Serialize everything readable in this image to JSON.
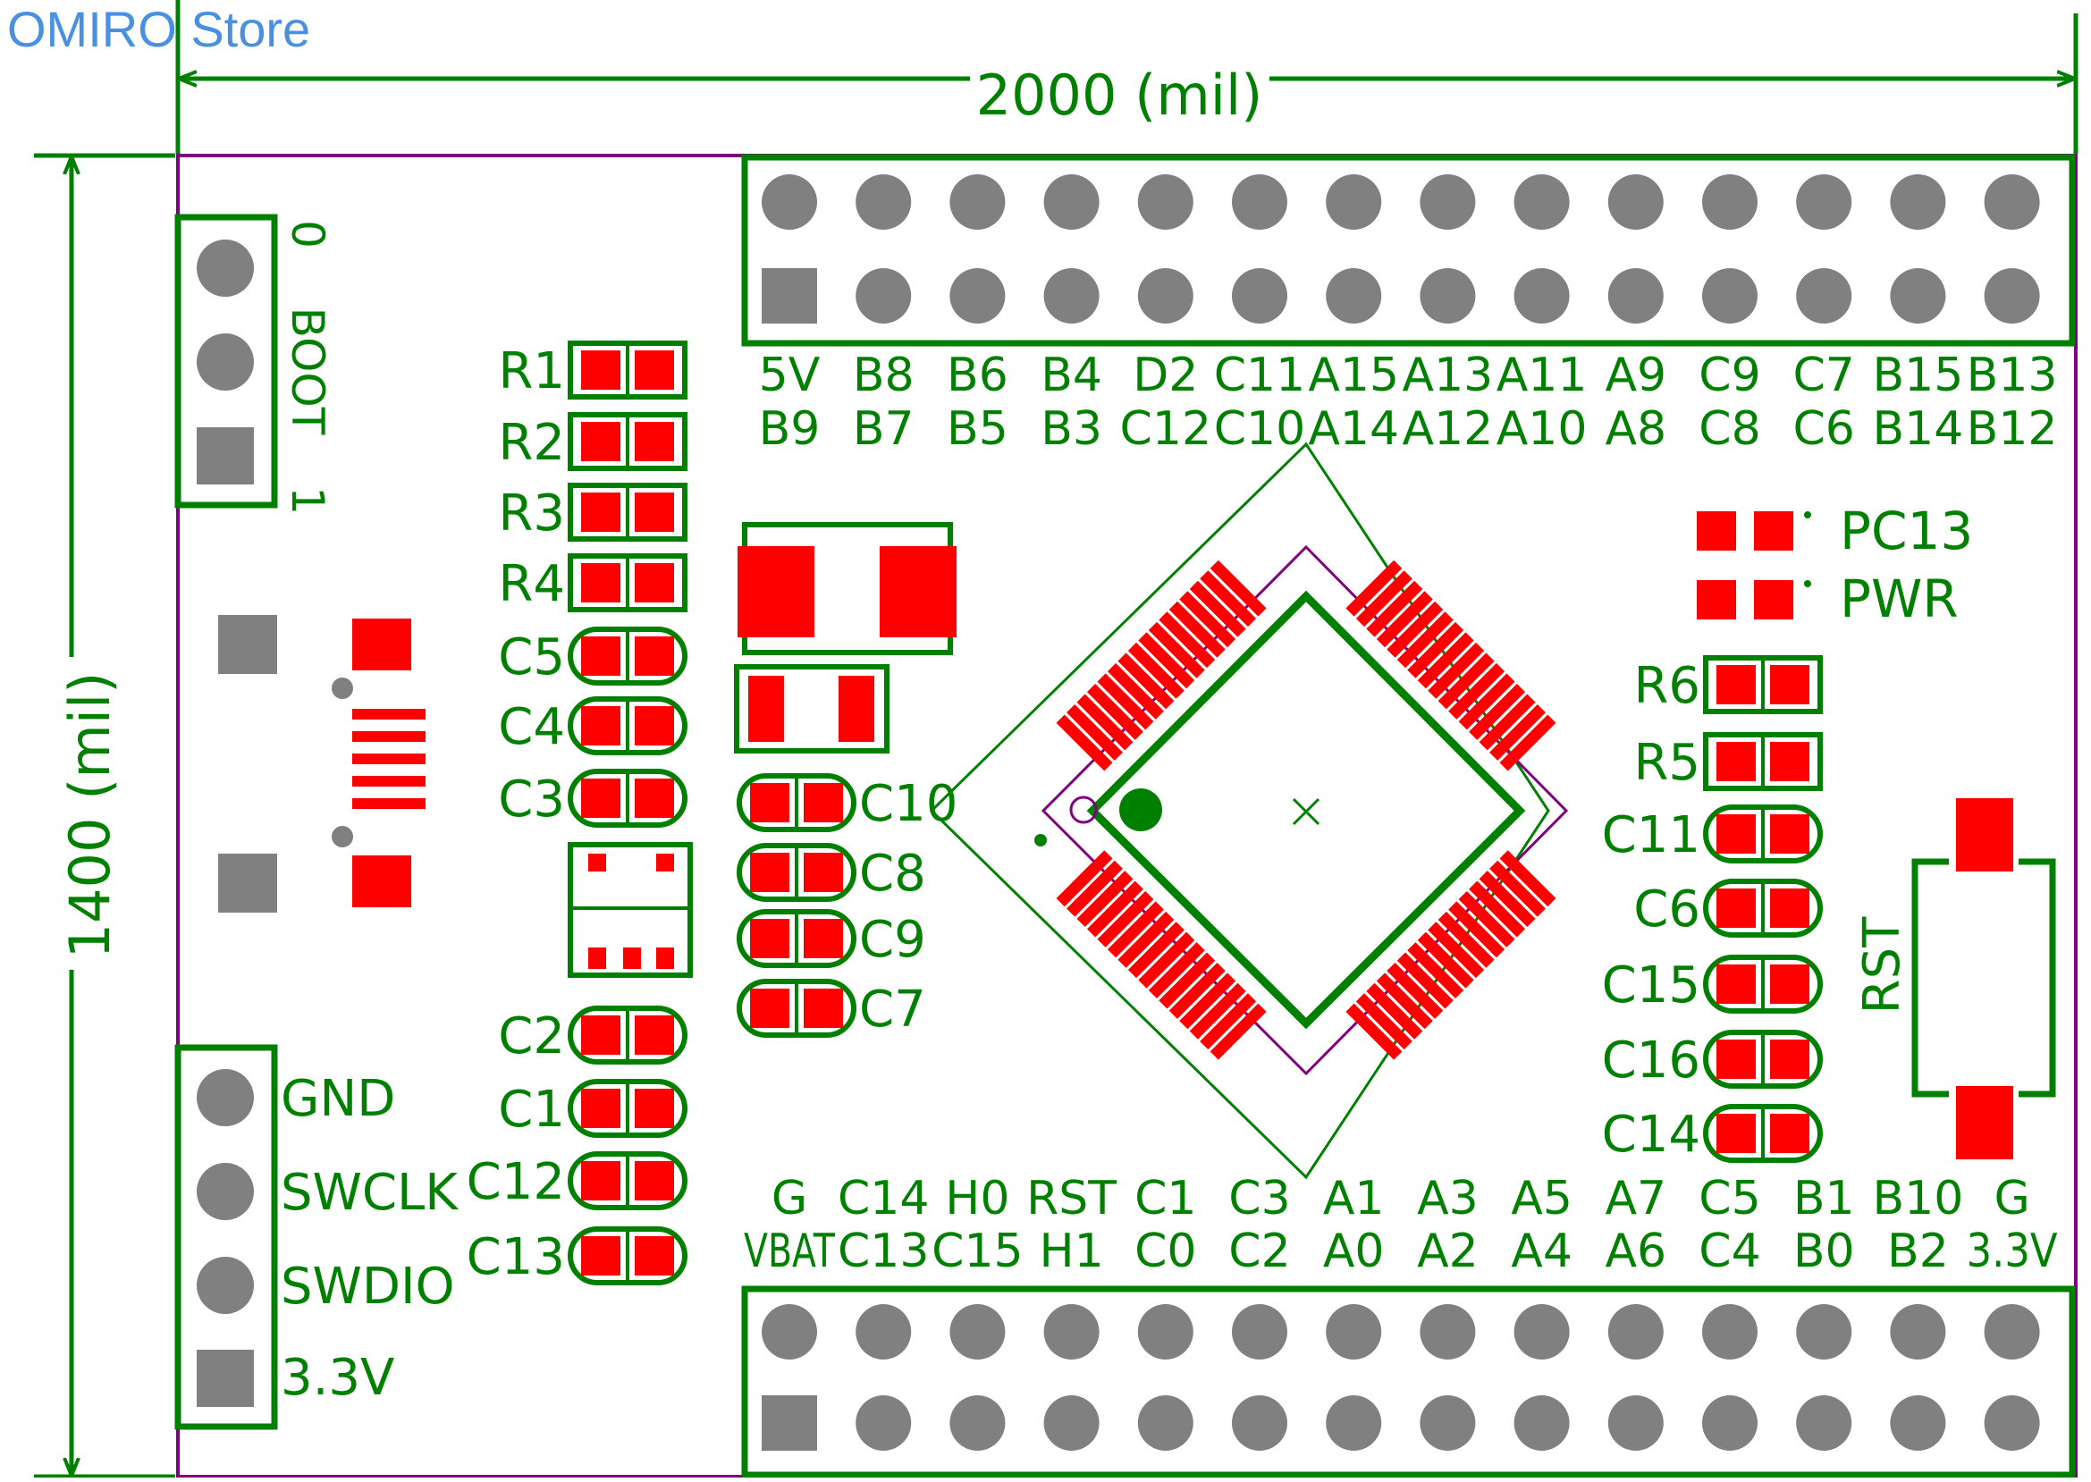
{
  "store_label": "OMIRO Store",
  "dimensions": {
    "width_label": "2000 (mil)",
    "height_label": "1400 (mil)"
  },
  "boot_header": {
    "label": "BOOT",
    "pin0_label": "0",
    "pin1_label": "1"
  },
  "swd_header": {
    "labels": [
      "GND",
      "SWCLK",
      "SWDIO",
      "3.3V"
    ]
  },
  "top_header": {
    "row1": [
      "5V",
      "B8",
      "B6",
      "B4",
      "D2",
      "C11",
      "A15",
      "A13",
      "A11",
      "A9",
      "C9",
      "C7",
      "B15",
      "B13"
    ],
    "row2": [
      "B9",
      "B7",
      "B5",
      "B3",
      "C12",
      "C10",
      "A14",
      "A12",
      "A10",
      "A8",
      "C8",
      "C6",
      "B14",
      "B12"
    ]
  },
  "bottom_header": {
    "row1": [
      "G",
      "C14",
      "H0",
      "RST",
      "C1",
      "C3",
      "A1",
      "A3",
      "A5",
      "A7",
      "C5",
      "B1",
      "B10",
      "G"
    ],
    "row2": [
      "VBAT",
      "C13",
      "C15",
      "H1",
      "C0",
      "C2",
      "A0",
      "A2",
      "A4",
      "A6",
      "C4",
      "B0",
      "B2",
      "3.3V"
    ]
  },
  "left_components": [
    "R1",
    "R2",
    "R3",
    "R4",
    "C5",
    "C4",
    "C3",
    "C2",
    "C1",
    "C12",
    "C13"
  ],
  "middle_components": [
    "C10",
    "C8",
    "C9",
    "C7"
  ],
  "right_components": [
    "R6",
    "R5",
    "C11",
    "C6",
    "C15",
    "C16",
    "C14"
  ],
  "leds": [
    "PC13",
    "PWR"
  ],
  "reset_button": {
    "label": "RST"
  },
  "colors": {
    "outline": "#008000",
    "board_edge": "#800080",
    "pad": "#ff0000",
    "hole": "#808080",
    "store_text": "#4a90e2"
  }
}
